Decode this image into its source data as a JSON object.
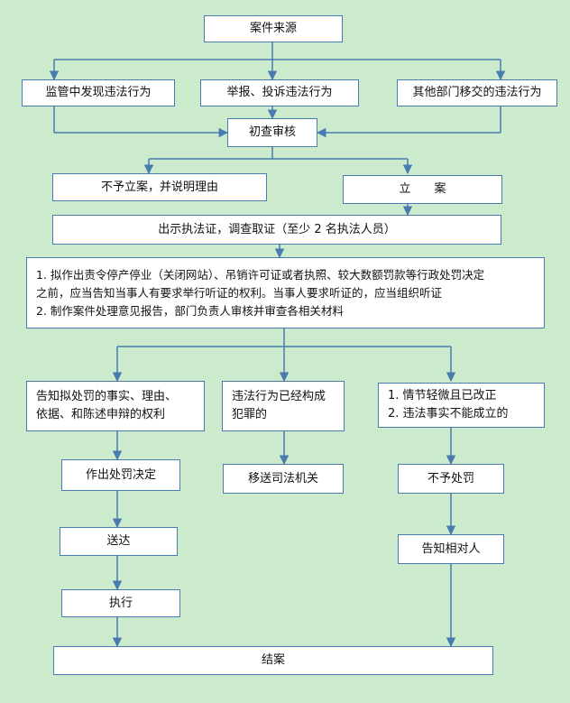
{
  "nodes": {
    "source": "案件来源",
    "found_in_supervision": "监管中发现违法行为",
    "report_complaint": "举报、投诉违法行为",
    "transferred": "其他部门移交的违法行为",
    "initial_review": "初查审核",
    "no_filing": "不予立案，并说明理由",
    "filing": "立　　案",
    "investigation": "出示执法证，调查取证（至少 2 名执法人员）",
    "decision_lines": [
      "1.  拟作出责令停产停业（关闭网站）、吊销许可证或者执照、较大数额罚款等行政处罚决定",
      "之前，应当告知当事人有要求举行听证的权利。当事人要求听证的，应当组织听证",
      "2.  制作案件处理意见报告，部门负责人审核并审查各相关材料"
    ],
    "inform_lines": [
      "告知拟处罚的事实、理由、",
      "依据、和陈述申辩的权利"
    ],
    "crime_lines": [
      "违法行为已经构成",
      "犯罪的"
    ],
    "minor_lines": [
      "1.  情节轻微且已改正",
      "2.  违法事实不能成立的"
    ],
    "penalty_decision": "作出处罚决定",
    "transfer_judicial": "移送司法机关",
    "no_penalty": "不予处罚",
    "service": "送达",
    "notify_party": "告知相对人",
    "execution": "执行",
    "close_case": "结案"
  },
  "colors": {
    "background": "#ccebcc",
    "border": "#4a7bb0",
    "arrow": "#4a7bb0",
    "box": "#ffffff"
  }
}
